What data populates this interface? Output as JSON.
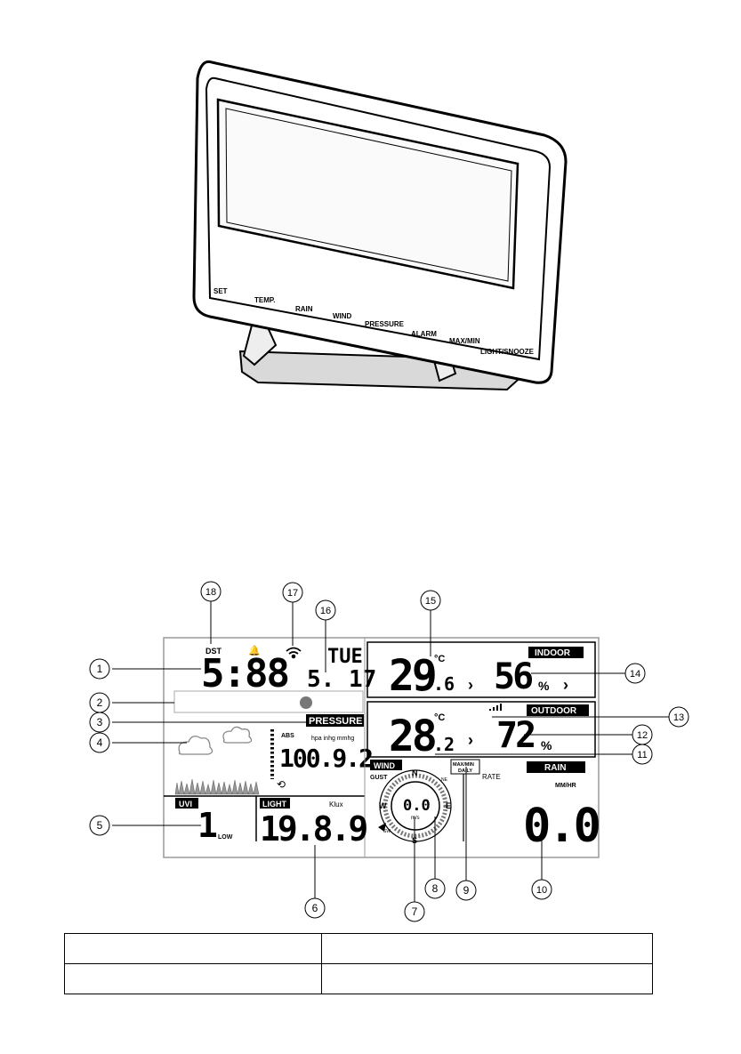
{
  "buttons": [
    "SET",
    "TEMP.",
    "RAIN",
    "WIND",
    "PRESSURE",
    "ALARM",
    "MAX/MIN",
    "LIGHT/SNOOZE"
  ],
  "callouts": [
    "1",
    "2",
    "3",
    "4",
    "5",
    "6",
    "7",
    "8",
    "9",
    "10",
    "11",
    "12",
    "13",
    "14",
    "15",
    "16",
    "17",
    "18"
  ],
  "lcd": {
    "dst": "DST",
    "time": "5:88",
    "day": "TUE",
    "date": "5. 17",
    "pressure_label": "PRESSURE",
    "abs": "ABS",
    "pressure_units": "hpa inhg mmhg",
    "pressure_value": "100.9.2",
    "uvi_label": "UVI",
    "uvi_value": "1",
    "uvi_level": "LOW",
    "light_label": "LIGHT",
    "light_unit": "Klux",
    "light_value": "19.8.9",
    "indoor_label": "INDOOR",
    "indoor_temp_main": "29",
    "indoor_temp_dec": ".6",
    "indoor_temp_unit": "°C",
    "indoor_hum": "56",
    "outdoor_label": "OUTDOOR",
    "outdoor_temp_main": "28",
    "outdoor_temp_dec": ".2",
    "outdoor_temp_unit": "°C",
    "outdoor_hum": "72",
    "percent": "%",
    "arrow": "›",
    "wind_label": "WIND",
    "gust": "GUST",
    "wind_speed": "0.0",
    "wind_unit": "m/s",
    "compass_n": "N",
    "compass_s": "S",
    "compass_e": "E",
    "compass_w": "W",
    "compass_ne": "NE",
    "compass_sw": "SW",
    "maxmin": "MAX/MIN",
    "daily": "DAILY",
    "rate": "RATE",
    "rain_label": "RAIN",
    "rain_unit": "MM/HR",
    "rain_value": "0.0"
  },
  "table": [
    [
      "",
      ""
    ],
    [
      "",
      ""
    ]
  ]
}
